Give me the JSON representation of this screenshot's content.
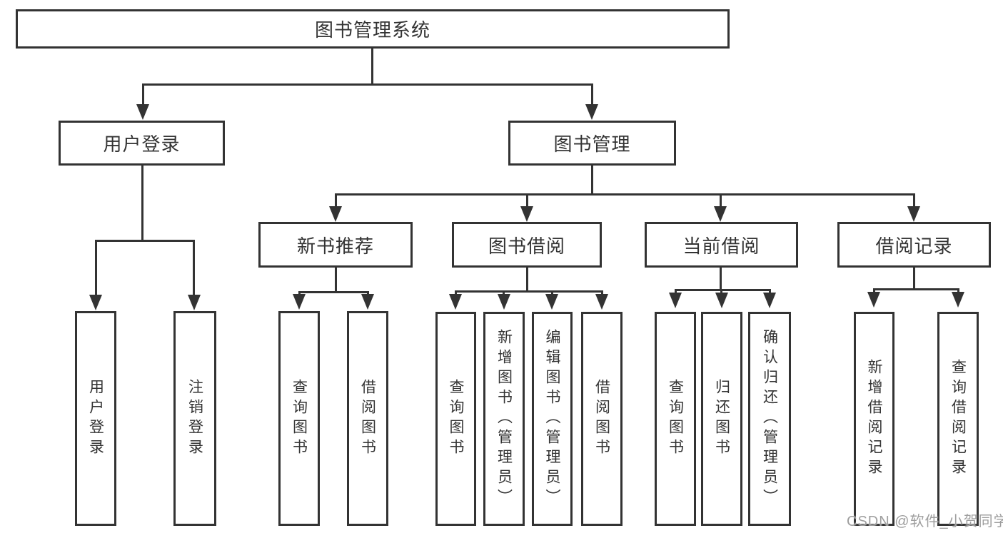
{
  "diagram": {
    "type": "hierarchy-tree",
    "root": {
      "label": "图书管理系统",
      "children": [
        {
          "label": "用户登录",
          "children": [
            {
              "label": "用户登录"
            },
            {
              "label": "注销登录"
            }
          ]
        },
        {
          "label": "图书管理",
          "children": [
            {
              "label": "新书推荐",
              "children": [
                {
                  "label": "查询图书"
                },
                {
                  "label": "借阅图书"
                }
              ]
            },
            {
              "label": "图书借阅",
              "children": [
                {
                  "label": "查询图书"
                },
                {
                  "label": "新增图书（管理员）"
                },
                {
                  "label": "编辑图书（管理员）"
                },
                {
                  "label": "借阅图书"
                }
              ]
            },
            {
              "label": "当前借阅",
              "children": [
                {
                  "label": "查询图书"
                },
                {
                  "label": "归还图书"
                },
                {
                  "label": "确认归还（管理员）"
                }
              ]
            },
            {
              "label": "借阅记录",
              "children": [
                {
                  "label": "新增借阅记录"
                },
                {
                  "label": "查询借阅记录"
                }
              ]
            }
          ]
        }
      ]
    }
  },
  "watermark": {
    "text": "CSDN @软件_小贺同学"
  },
  "colors": {
    "line": "#333333",
    "text": "#333333",
    "box_background": "#ffffff",
    "watermark": "#9e9e9e",
    "background": "#ffffff"
  }
}
